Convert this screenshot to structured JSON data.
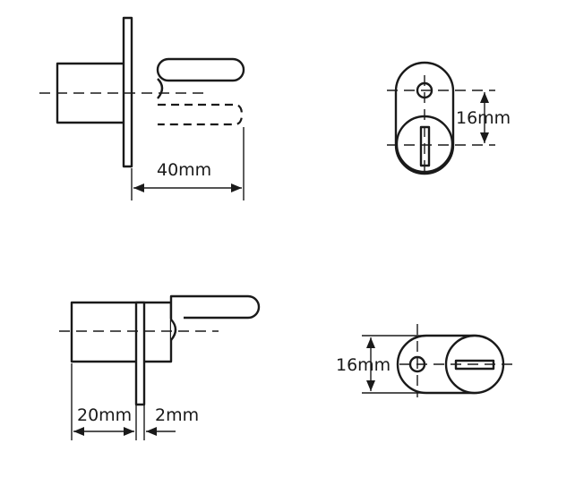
{
  "views": {
    "side_extended": {
      "length_label": "40mm"
    },
    "front_vertical": {
      "height_label": "16mm"
    },
    "side_retracted": {
      "body_label": "20mm",
      "plate_label": "2mm"
    },
    "front_horizontal": {
      "height_label": "16mm"
    }
  }
}
